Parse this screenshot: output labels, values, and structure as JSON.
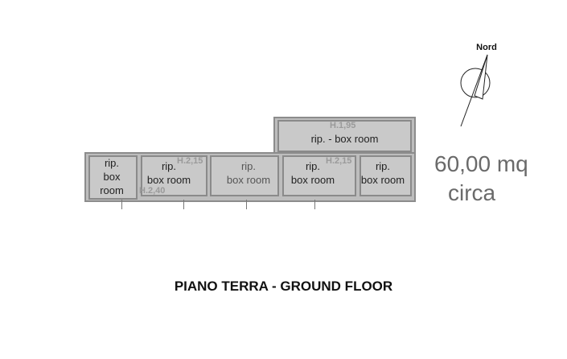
{
  "plan": {
    "rooms": [
      {
        "label": "rip. - box room",
        "height_label": "H.1,95"
      },
      {
        "label_lines": [
          "rip.",
          "box",
          "room"
        ]
      },
      {
        "label_lines": [
          "rip.",
          "box room"
        ],
        "height_label": "H.2,15",
        "height_label_2": "H.2,40"
      },
      {
        "label_lines": [
          "rip.",
          "box room"
        ]
      },
      {
        "label_lines": [
          "rip.",
          "box room"
        ],
        "height_label": "H.2,15"
      },
      {
        "label_lines": [
          "rip.",
          "box room"
        ]
      }
    ]
  },
  "compass": {
    "label": "Nord",
    "icon": "north-arrow-icon"
  },
  "area": {
    "value": "60,00 mq",
    "qualifier": "circa"
  },
  "title": "PIANO TERRA - GROUND FLOOR"
}
